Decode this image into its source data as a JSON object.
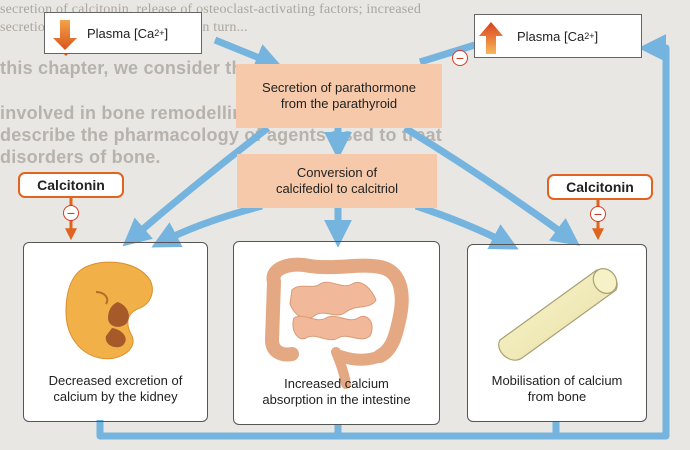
{
  "background_text": [
    "secretion of calcitonin, release of osteoclast-activating factors; increased",
    "secretion of parathormone, which in turn...",
    "this chapter, we consider the processes",
    "involved in bone remodelling and then go on to",
    "describe the pharmacology of agents used to treat",
    "disorders of bone."
  ],
  "plasma_low": {
    "label": "Plasma [Ca",
    "superscript": "2+",
    "suffix": "]"
  },
  "plasma_high": {
    "label": "Plasma [Ca",
    "superscript": "2+",
    "suffix": "]"
  },
  "secretion_box": {
    "line1": "Secretion of parathormone",
    "line2": "from the parathyroid"
  },
  "conversion_box": {
    "line1": "Conversion of",
    "line2": "calcifediol to calcitriol"
  },
  "calcitonin_left": "Calcitonin",
  "calcitonin_right": "Calcitonin",
  "minus_symbol": "−",
  "panels": {
    "kidney": {
      "line1": "Decreased excretion of",
      "line2": "calcium by the kidney"
    },
    "intestine": {
      "line1": "Increased calcium",
      "line2": "absorption in the intestine"
    },
    "bone": {
      "line1": "Mobilisation of calcium",
      "line2": "from bone"
    }
  },
  "colors": {
    "arrow_blue": "#74b4de",
    "accent_orange": "#e0641f",
    "peach": "#f5c9a9",
    "down_arrow": "#e87b2a",
    "up_arrow": "#e2582a"
  }
}
